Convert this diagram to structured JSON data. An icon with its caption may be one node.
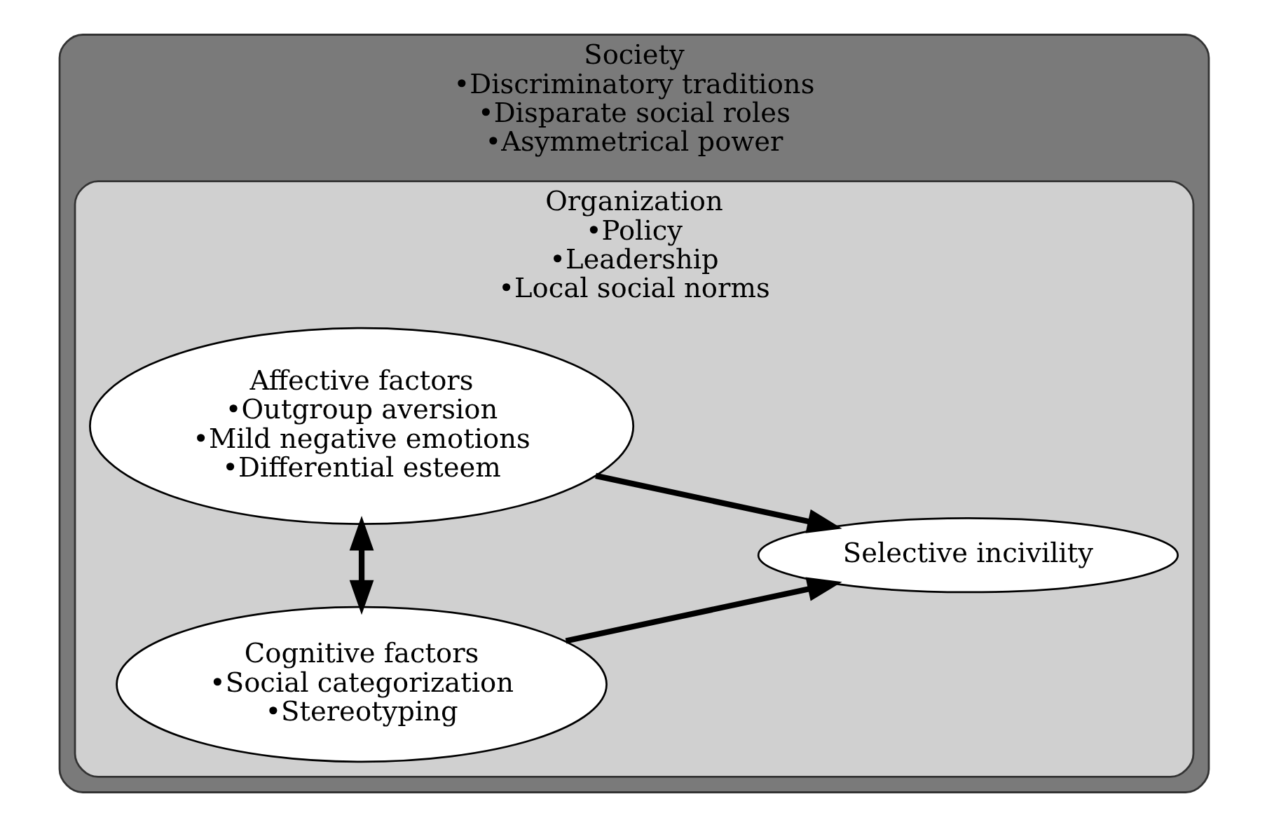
{
  "diagram": {
    "nodes": [
      {
        "text": [
          "Society",
          "•Discriminatory traditions",
          "•Disparate social roles",
          "•Asymmetrical power"
        ]
      },
      {
        "text": [
          "Organization",
          "•Policy",
          "•Leadership",
          "•Local social norms"
        ],
        "in": 0
      },
      {
        "text": [
          "Affective factors",
          "•Outgroup aversion",
          "•Mild negative emotions",
          "•Differential esteem"
        ],
        "in": 1
      },
      {
        "text": [
          "Cognitive factors",
          "•Social categorization",
          "•Stereotyping"
        ],
        "in": 1
      },
      {
        "text": [
          "Selective incivility"
        ],
        "in": 1
      }
    ],
    "edges": [
      {
        "from": 2,
        "to": 4,
        "arrow": "to"
      },
      {
        "from": 2,
        "to": 3,
        "arrow": "both"
      },
      {
        "from": 3,
        "to": 4,
        "arrow": "to"
      }
    ]
  }
}
